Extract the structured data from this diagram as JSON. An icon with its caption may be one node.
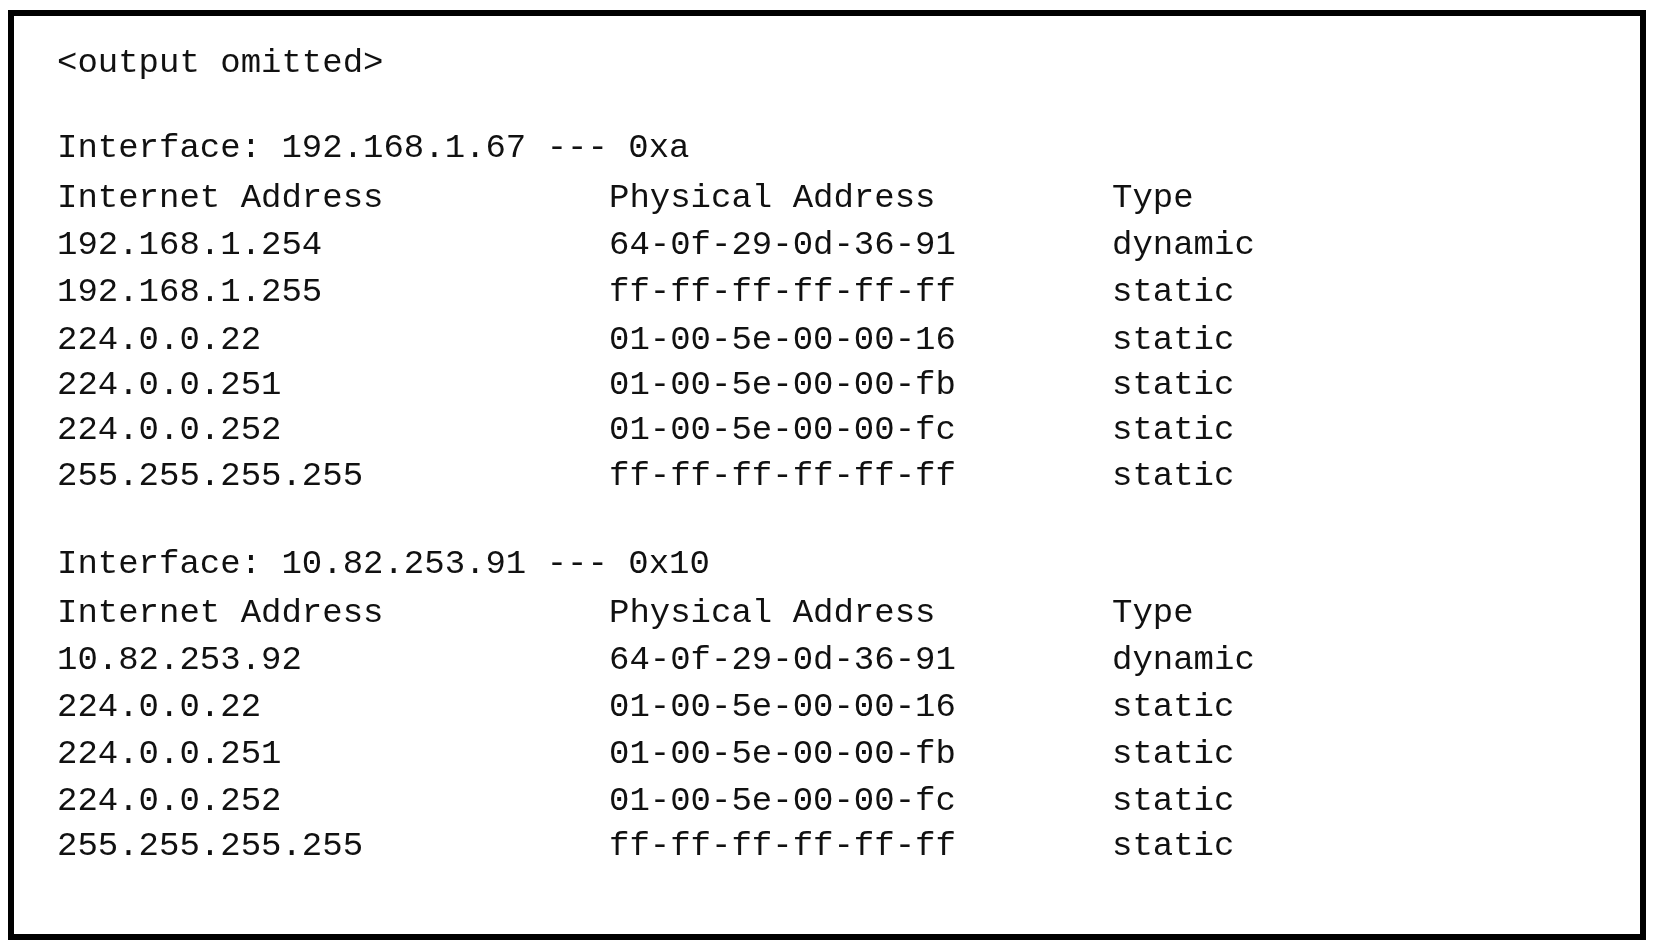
{
  "diagram": {
    "labels": [
      "<output omitted>",
      "Interface: 192.168.1.67 --- 0xa",
      "Internet Address",
      "Physical Address",
      "Type",
      "192.168.1.254",
      "64-0f-29-0d-36-91",
      "dynamic",
      "192.168.1.255",
      "ff-ff-ff-ff-ff-ff",
      "static",
      "224.0.0.22",
      "01-00-5e-00-00-16",
      "static",
      "224.0.0.251",
      "01-00-5e-00-00-fb",
      "static",
      "224.0.0.252",
      "01-00-5e-00-00-fc",
      "static",
      "255.255.255.255",
      "ff-ff-ff-ff-ff-ff",
      "static",
      "Interface: 10.82.253.91 --- 0x10",
      "Internet Address",
      "Physical Address",
      "Type",
      "10.82.253.92",
      "64-0f-29-0d-36-91",
      "dynamic",
      "224.0.0.22",
      "01-00-5e-00-00-16",
      "static",
      "224.0.0.251",
      "01-00-5e-00-00-fb",
      "static",
      "224.0.0.252",
      "01-00-5e-00-00-fc",
      "static",
      "255.255.255.255",
      "ff-ff-ff-ff-ff-ff",
      "static"
    ]
  }
}
